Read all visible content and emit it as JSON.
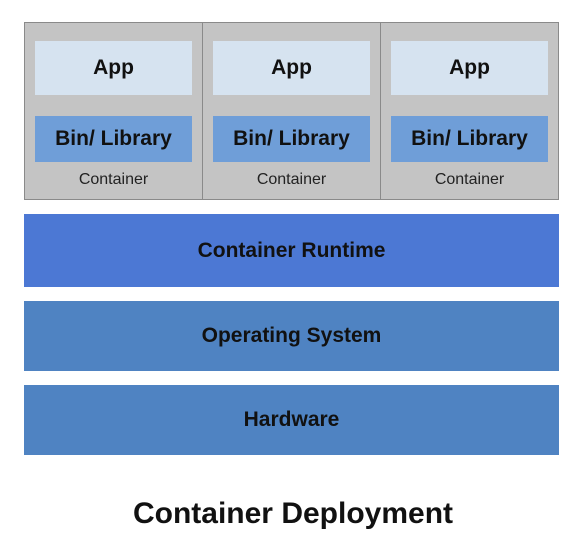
{
  "containers": [
    {
      "app": "App",
      "library": "Bin/ Library",
      "label": "Container"
    },
    {
      "app": "App",
      "library": "Bin/ Library",
      "label": "Container"
    },
    {
      "app": "App",
      "library": "Bin/ Library",
      "label": "Container"
    }
  ],
  "layers": {
    "runtime": "Container Runtime",
    "os": "Operating System",
    "hardware": "Hardware"
  },
  "caption": "Container Deployment",
  "colors": {
    "container_bg": "#c4c4c4",
    "app_bg": "#d6e3f0",
    "library_bg": "#6f9ed8",
    "runtime_bg": "#4c78d4",
    "os_bg": "#4f83c2",
    "hardware_bg": "#4f83c2"
  }
}
